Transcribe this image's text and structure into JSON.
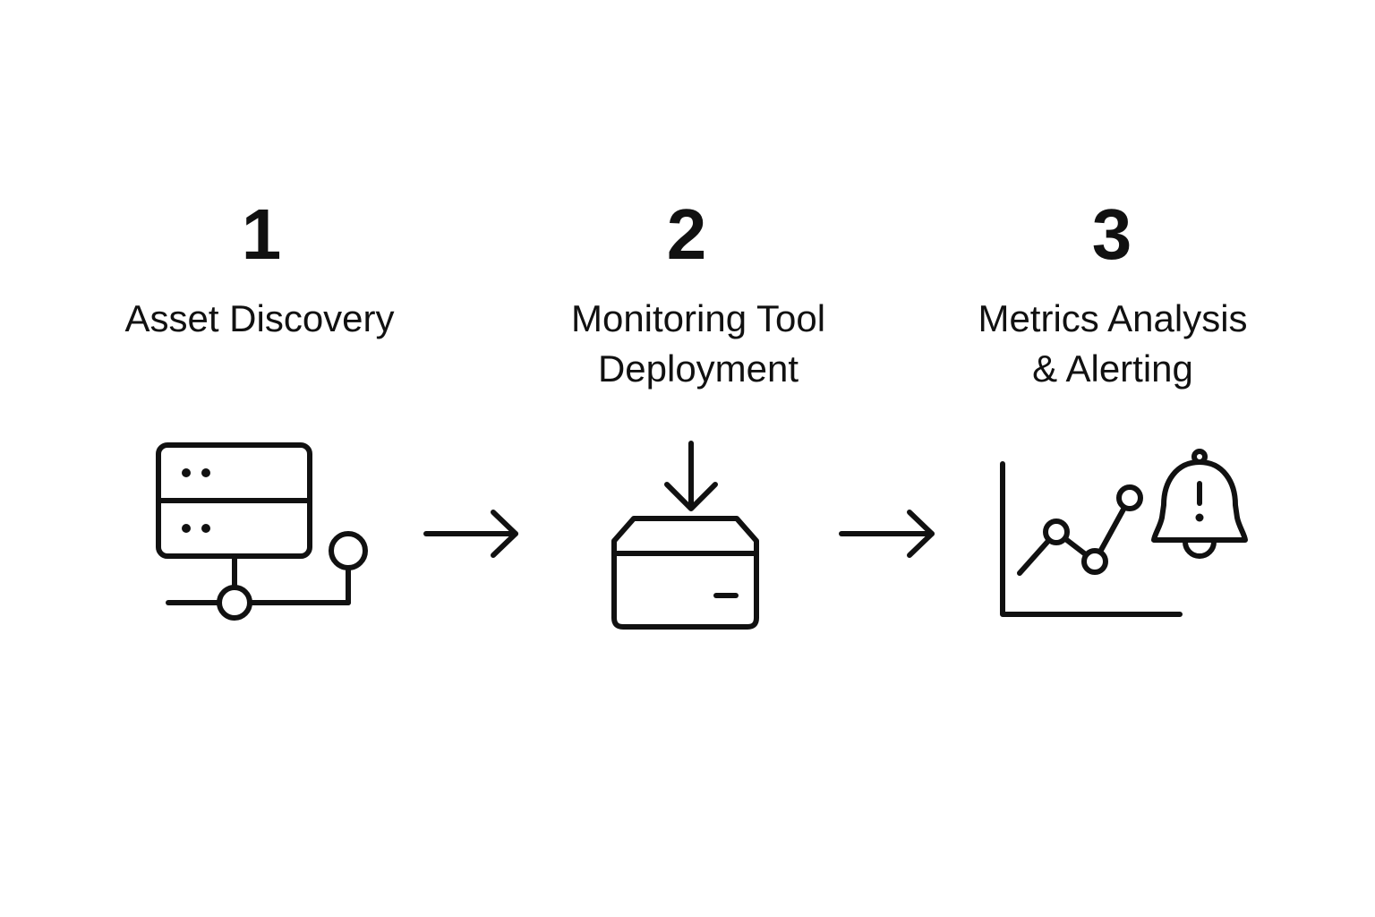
{
  "steps": [
    {
      "number": "1",
      "label": "Asset Discovery",
      "icon": "server-network-icon"
    },
    {
      "number": "2",
      "label": "Monitoring Tool\nDeployment",
      "icon": "download-box-icon"
    },
    {
      "number": "3",
      "label": "Metrics Analysis\n& Alerting",
      "icon": "chart-alert-icon"
    }
  ],
  "connector_icon": "arrow-right-icon",
  "colors": {
    "foreground": "#111111",
    "background": "#ffffff"
  }
}
